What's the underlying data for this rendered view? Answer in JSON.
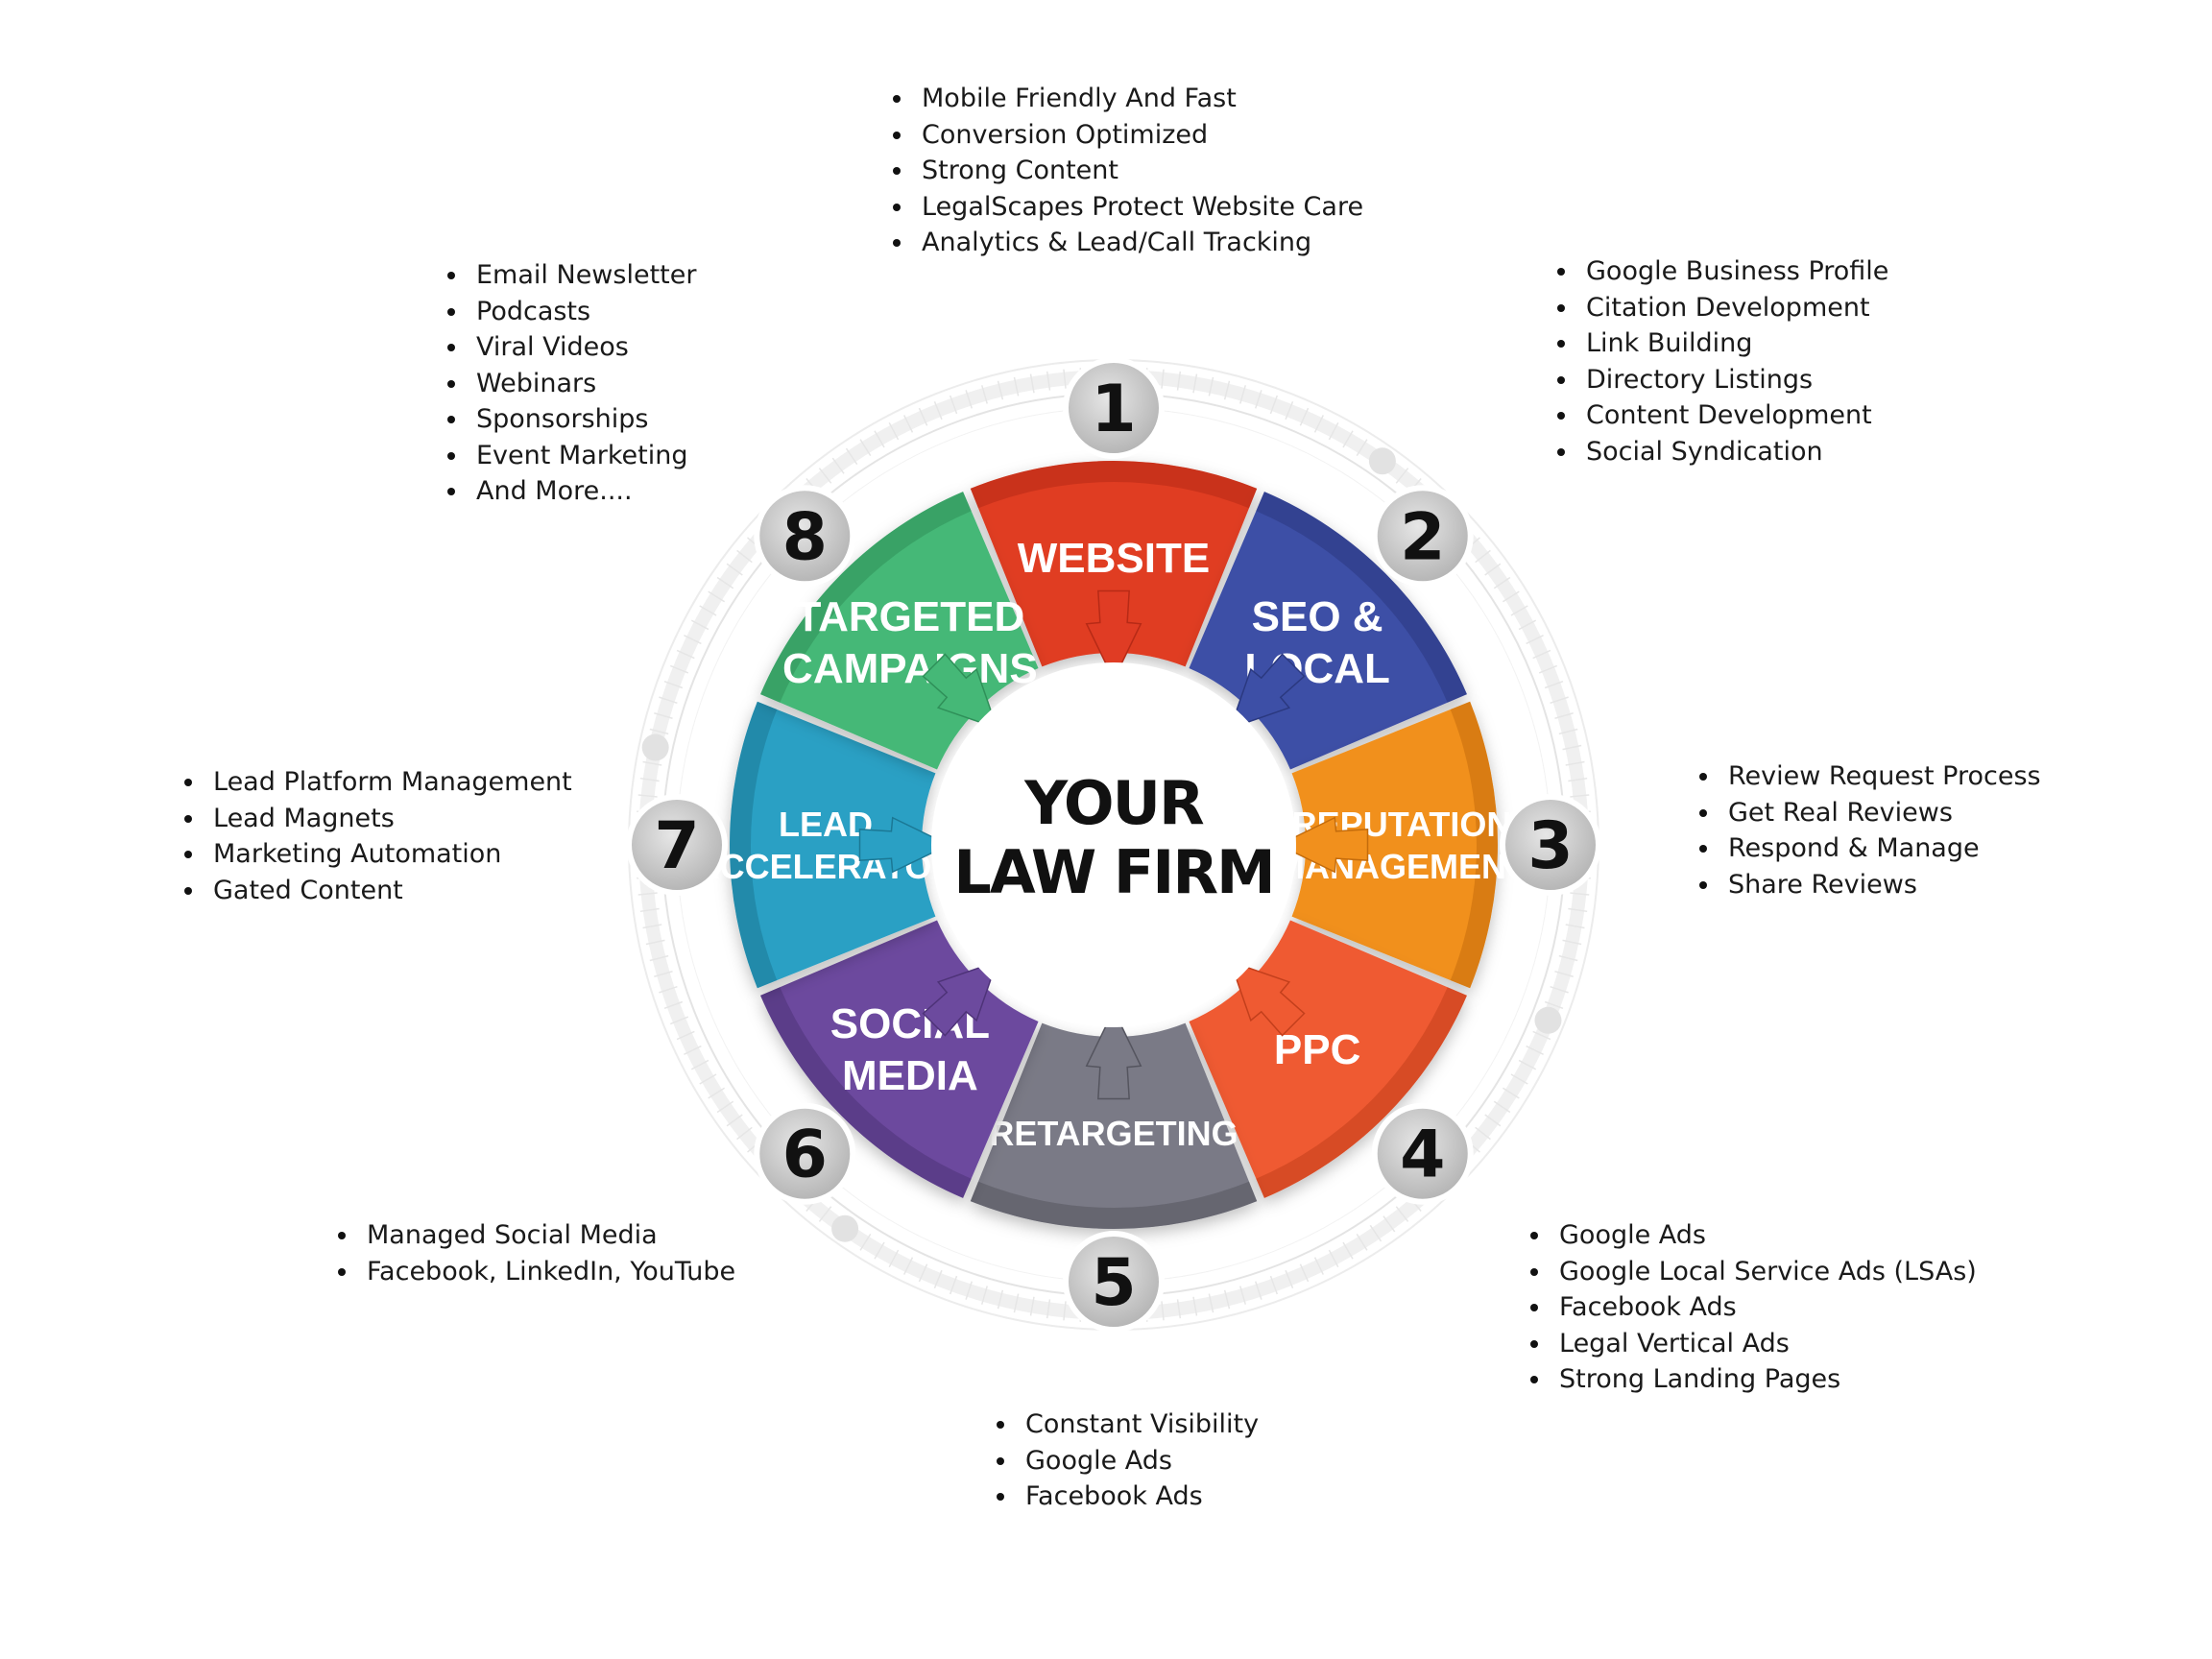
{
  "center": {
    "line1": "YOUR",
    "line2": "LAW FIRM"
  },
  "segments": [
    {
      "id": "website",
      "number": "1",
      "lines": [
        "WEBSITE"
      ],
      "color": "#e03c24",
      "color_dark": "#b72a16"
    },
    {
      "id": "seo",
      "number": "2",
      "lines": [
        "SEO &",
        "LOCAL"
      ],
      "color": "#3d4fa6",
      "color_dark": "#2b3980"
    },
    {
      "id": "reputation",
      "number": "3",
      "lines": [
        "REPUTATION",
        "MANAGEMENT"
      ],
      "color": "#f1901d",
      "color_dark": "#c46c0c"
    },
    {
      "id": "ppc",
      "number": "4",
      "lines": [
        "PPC"
      ],
      "color": "#ef5a32",
      "color_dark": "#c33f1c"
    },
    {
      "id": "retargeting",
      "number": "5",
      "lines": [
        "RETARGETING"
      ],
      "color": "#7a7a86",
      "color_dark": "#55555f"
    },
    {
      "id": "social",
      "number": "6",
      "lines": [
        "SOCIAL",
        "MEDIA"
      ],
      "color": "#6c4a9e",
      "color_dark": "#4e3378"
    },
    {
      "id": "lead",
      "number": "7",
      "lines": [
        "LEAD",
        "ACCELERATOR"
      ],
      "color": "#2aa0c4",
      "color_dark": "#1b7895"
    },
    {
      "id": "targeted",
      "number": "8",
      "lines": [
        "TARGETED",
        "CAMPAIGNS"
      ],
      "color": "#45b877",
      "color_dark": "#2f9059"
    }
  ],
  "lists": {
    "website": [
      "Mobile Friendly And Fast",
      "Conversion Optimized",
      "Strong Content",
      "LegalScapes Protect Website Care",
      "Analytics & Lead/Call Tracking"
    ],
    "seo": [
      "Google Business Profile",
      "Citation Development",
      "Link Building",
      "Directory Listings",
      "Content Development",
      "Social Syndication"
    ],
    "reputation": [
      "Review Request Process",
      "Get Real Reviews",
      "Respond & Manage",
      "Share Reviews"
    ],
    "ppc": [
      "Google Ads",
      "Google Local Service Ads (LSAs)",
      "Facebook Ads",
      "Legal Vertical Ads",
      "Strong Landing Pages"
    ],
    "retargeting": [
      "Constant Visibility",
      "Google Ads",
      "Facebook Ads"
    ],
    "social": [
      "Managed Social Media",
      "Facebook, LinkedIn, YouTube"
    ],
    "lead": [
      "Lead Platform Management",
      "Lead Magnets",
      "Marketing Automation",
      "Gated Content"
    ],
    "targeted": [
      "Email Newsletter",
      "Podcasts",
      "Viral Videos",
      "Webinars",
      "Sponsorships",
      "Event Marketing",
      "And More...."
    ]
  }
}
